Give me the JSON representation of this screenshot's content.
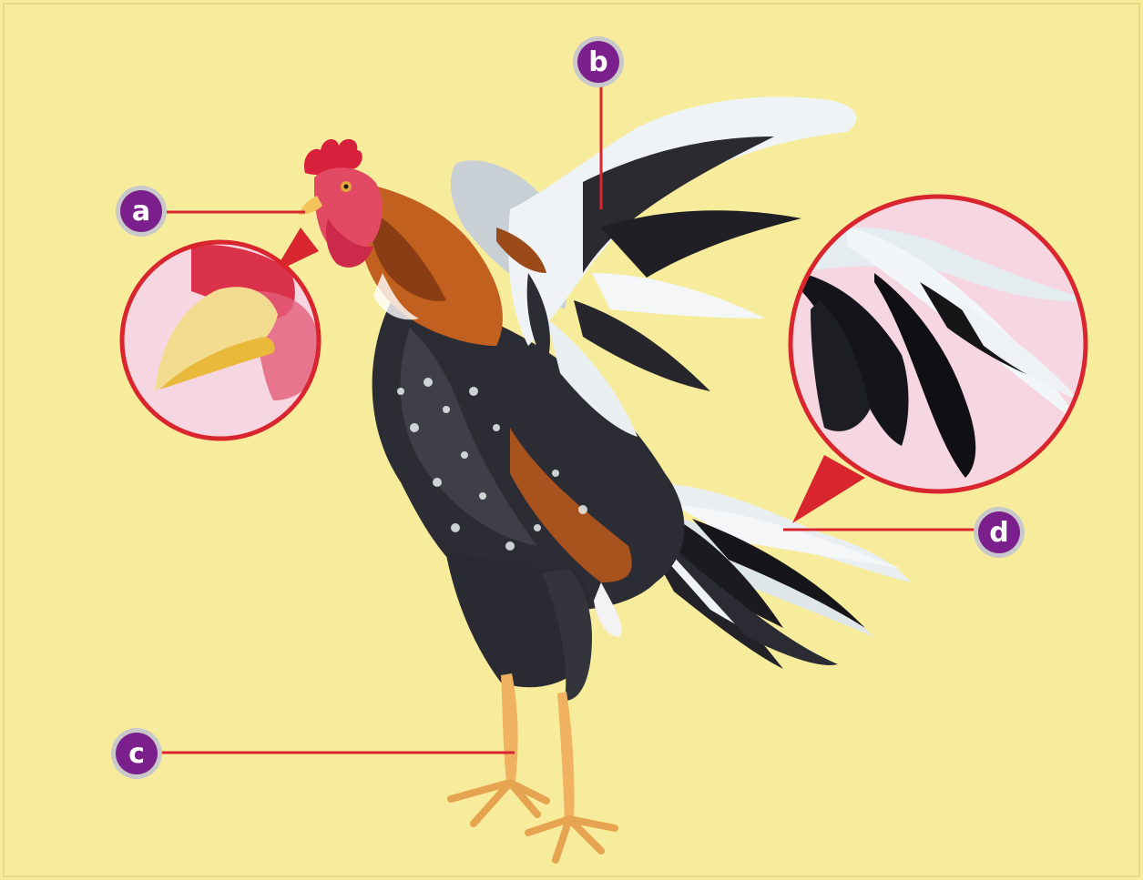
{
  "diagram": {
    "labels": {
      "a": "a",
      "b": "b",
      "c": "c",
      "d": "d"
    },
    "colors": {
      "background": "#f7ec9b",
      "leader_line": "#d9262e",
      "badge_fill": "#7b1f8c",
      "badge_ring": "#c9c9c9",
      "inset_fill": "#f6d6e0"
    }
  }
}
